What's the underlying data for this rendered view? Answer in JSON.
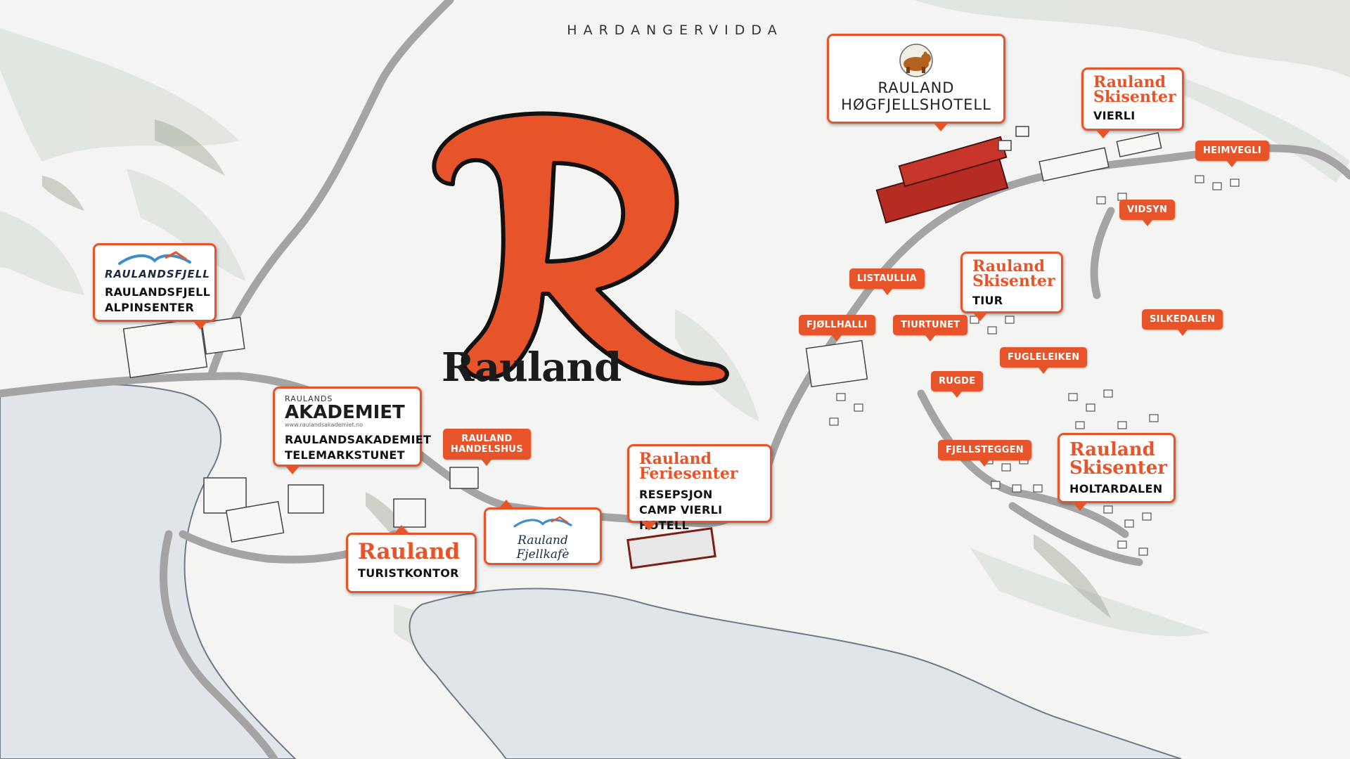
{
  "map": {
    "region_label": "HARDANGERVIDDA",
    "brand": {
      "letter": "R",
      "wordmark": "Rauland",
      "color": "#e8542a"
    },
    "colors": {
      "accent": "#e8542a",
      "road": "#a4a4a4",
      "snow": "#f4f5f3",
      "water": "#e3e6ea"
    }
  },
  "callouts": {
    "hotel": {
      "title_line1": "RAULAND",
      "title_line2": "HØGFJELLSHOTELL",
      "icon": "bear-icon"
    },
    "vierli": {
      "brand_line1": "Rauland",
      "brand_line2": "Skisenter",
      "sub": "VIERLI"
    },
    "raulandsfjell": {
      "logo_text": "RAULANDSFJELL",
      "line1": "RAULANDSFJELL",
      "line2": "ALPINSENTER",
      "icon": "mountain-wave-icon"
    },
    "akademiet": {
      "logo_small": "RAULANDS",
      "logo_big": "AKADEMIET",
      "url": "www.raulandsakademiet.no",
      "line1": "RAULANDSAKADEMIET",
      "line2": "TELEMARKSTUNET"
    },
    "turistkontor": {
      "brand": "Rauland",
      "sub": "TURISTKONTOR"
    },
    "fjellkafe": {
      "name": "Rauland Fjellkafè",
      "icon": "mountain-wave-icon"
    },
    "feriesenter": {
      "brand_line1": "Rauland",
      "brand_line2": "Feriesenter",
      "line1": "RESEPSJON",
      "line2": "CAMP VIERLI HOTELL"
    },
    "tiur": {
      "brand_line1": "Rauland",
      "brand_line2": "Skisenter",
      "sub": "TIUR"
    },
    "holtardalen": {
      "brand_line1": "Rauland",
      "brand_line2": "Skisenter",
      "sub": "HOLTARDALEN"
    }
  },
  "tags": {
    "handelshus_1": "RAULAND",
    "handelshus_2": "HANDELSHUS",
    "heimvegli": "HEIMVEGLI",
    "vidsyn": "VIDSYN",
    "listaullia": "LISTAULLIA",
    "fjollhalli": "FJØLLHALLI",
    "tiurtunet": "TIURTUNET",
    "silkedalen": "SILKEDALEN",
    "fugleleiken": "FUGLELEIKEN",
    "rugde": "RUGDE",
    "fjellsteggen": "FJELLSTEGGEN"
  }
}
